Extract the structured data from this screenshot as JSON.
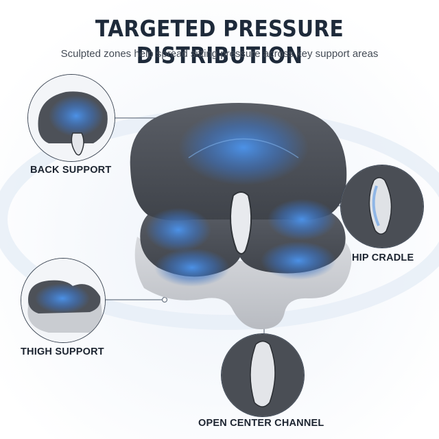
{
  "header": {
    "title": "TARGETED PRESSURE DISTRIBUTION",
    "subtitle": "Sculpted zones help spread sitting pressure across key support areas"
  },
  "callouts": [
    {
      "label": "BACK SUPPORT"
    },
    {
      "label": "HIP CRADLE"
    },
    {
      "label": "THIGH SUPPORT"
    },
    {
      "label": "OPEN CENTER CHANNEL"
    }
  ],
  "colors": {
    "foam_dark": "#4a4e55",
    "foam_base": "#c9ccd1",
    "glow_blue": "#3d86e0",
    "title_text": "#1e2a3a"
  },
  "icons": [
    "back-support-icon",
    "hip-cradle-icon",
    "thigh-support-icon",
    "center-channel-icon"
  ]
}
